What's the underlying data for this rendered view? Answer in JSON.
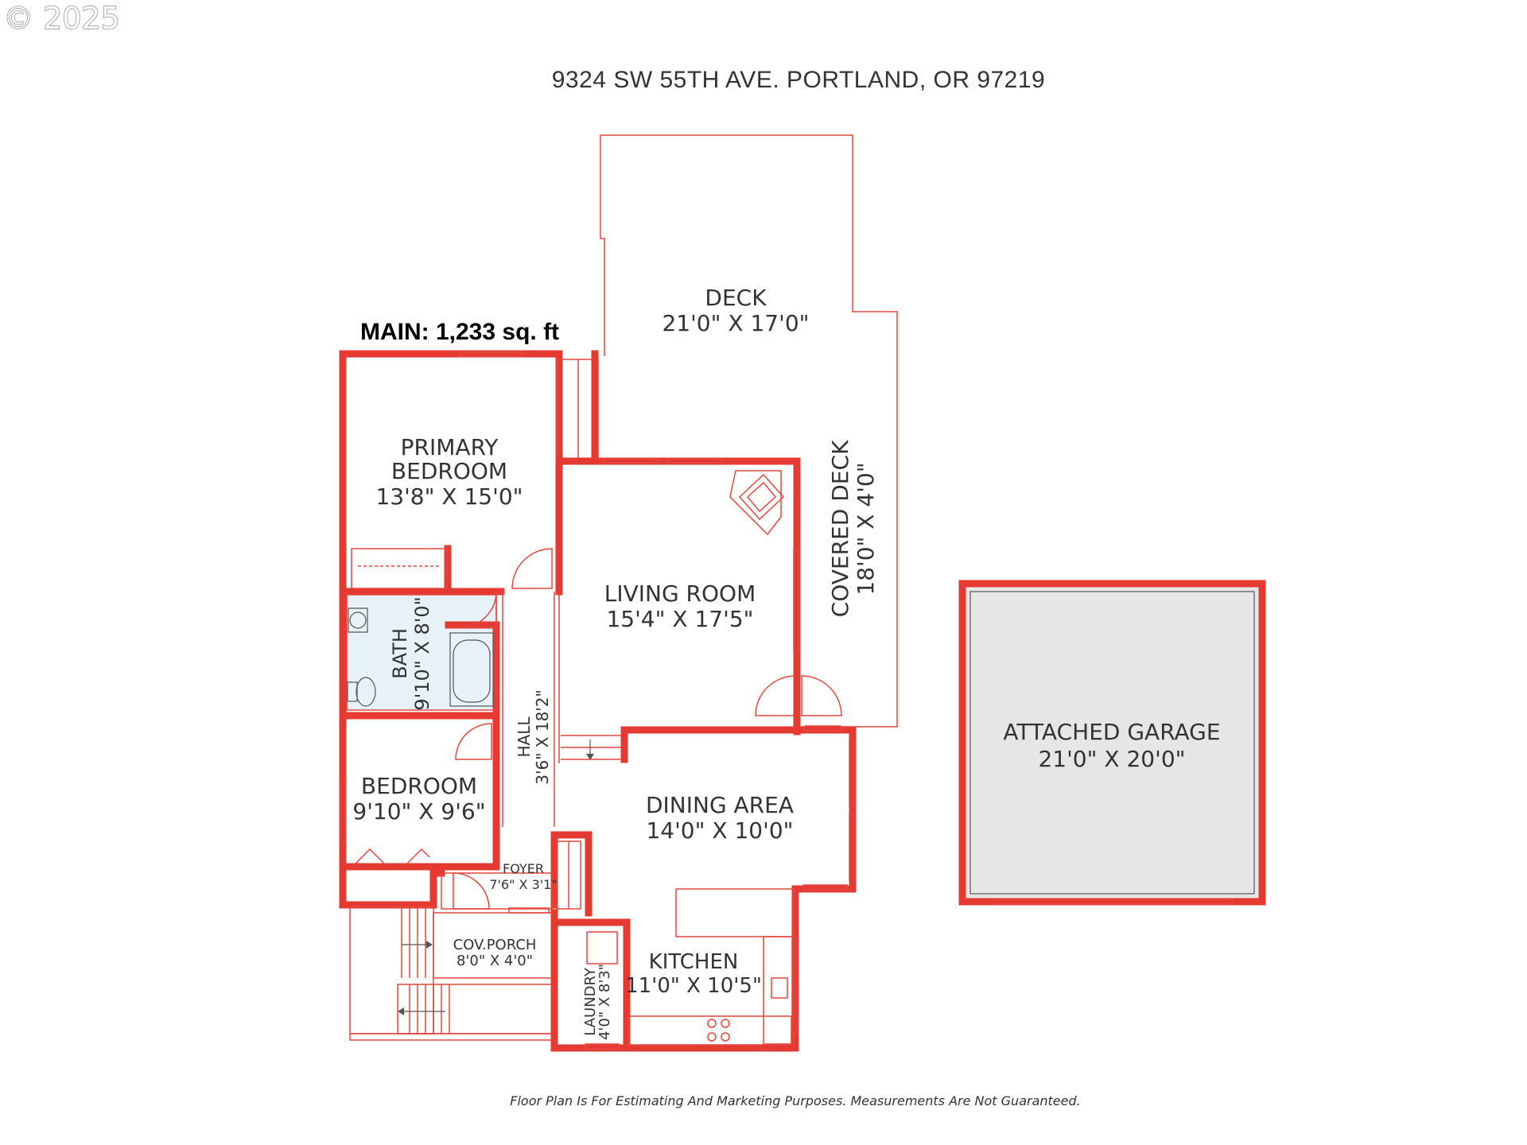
{
  "copyright": "© 2025",
  "address": "9324 SW 55TH AVE. PORTLAND, OR 97219",
  "level_label": "MAIN: 1,233 sq. ft",
  "rooms": {
    "deck": {
      "name": "DECK",
      "dims": "21'0\" X 17'0\""
    },
    "primary_bedroom": {
      "name_line1": "PRIMARY",
      "name_line2": "BEDROOM",
      "dims": "13'8\" X 15'0\""
    },
    "living_room": {
      "name": "LIVING ROOM",
      "dims": "15'4\" X 17'5\""
    },
    "covered_deck": {
      "name": "COVERED DECK",
      "dims": "18'0\" X 4'0\""
    },
    "bath": {
      "name": "BATH",
      "dims": "9'10\" X 8'0\""
    },
    "hall": {
      "name": "HALL",
      "dims": "3'6\" X 18'2\""
    },
    "bedroom": {
      "name": "BEDROOM",
      "dims": "9'10\" X 9'6\""
    },
    "dining_area": {
      "name": "DINING AREA",
      "dims": "14'0\" X 10'0\""
    },
    "foyer": {
      "name": "FOYER",
      "dims": "7'6\" X 3'1\""
    },
    "cov_porch": {
      "name": "COV.PORCH",
      "dims": "8'0\" X 4'0\""
    },
    "kitchen": {
      "name": "KITCHEN",
      "dims": "11'0\" X 10'5\""
    },
    "laundry": {
      "name": "LAUNDRY",
      "dims": "4'0\" X 8'3\""
    },
    "attached_garage": {
      "name": "ATTACHED GARAGE",
      "dims": "21'0\" X 20'0\""
    }
  },
  "disclaimer": "Floor Plan Is For Estimating And Marketing Purposes. Measurements Are Not Guaranteed.",
  "colors": {
    "wall": "#e53a32",
    "bath_fill": "#e6f2f8",
    "garage_fill": "#e6e6e6"
  }
}
